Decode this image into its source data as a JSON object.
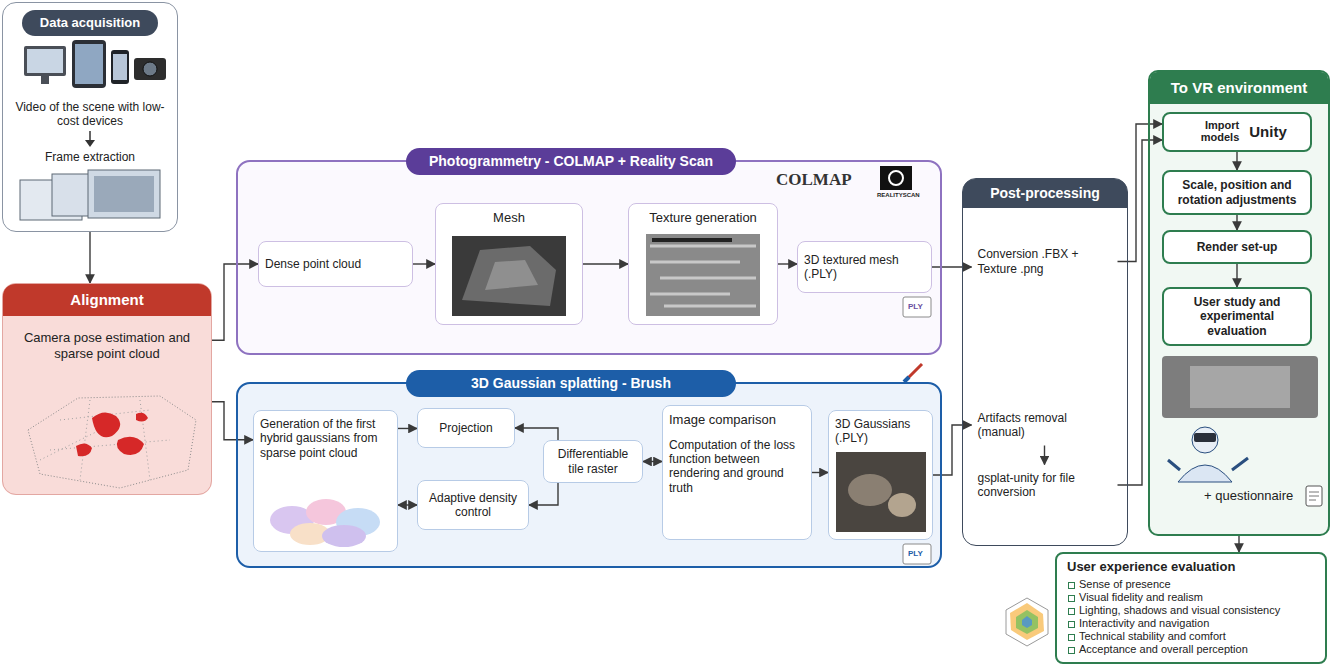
{
  "diagram": {
    "nodes": [
      {
        "text": [
          "Data acquisition",
          "Video of the scene with low-cost devices",
          "Frame extraction"
        ]
      },
      {
        "text": [
          "Alignment",
          "Camera pose estimation and sparse point cloud"
        ]
      },
      {
        "text": [
          "Photogrammetry - COLMAP + Reality Scan"
        ]
      },
      {
        "text": [
          "Dense point cloud"
        ],
        "in": 2
      },
      {
        "text": [
          "Mesh"
        ],
        "in": 2
      },
      {
        "text": [
          "Texture generation"
        ],
        "in": 2
      },
      {
        "text": [
          "3D textured mesh (.PLY)"
        ],
        "in": 2
      },
      {
        "text": [
          "3D Gaussian splatting - Brush"
        ]
      },
      {
        "text": [
          "Generation of the first hybrid gaussians from sparse point cloud"
        ],
        "in": 7
      },
      {
        "text": [
          "Projection"
        ],
        "in": 7
      },
      {
        "text": [
          "Adaptive density control"
        ],
        "in": 7
      },
      {
        "text": [
          "Differentiable tile raster"
        ],
        "in": 7
      },
      {
        "text": [
          "Image comparison",
          "Computation of the loss function between rendering and ground truth"
        ],
        "in": 7
      },
      {
        "text": [
          "3D Gaussians (.PLY)"
        ],
        "in": 7
      },
      {
        "text": [
          "Post-processing"
        ]
      },
      {
        "text": [
          "Conversion .FBX + Texture .png"
        ],
        "in": 14
      },
      {
        "text": [
          "Artifacts removal (manual)"
        ],
        "in": 14
      },
      {
        "text": [
          "gsplat-unity for file conversion"
        ],
        "in": 14
      },
      {
        "text": [
          "To VR environment"
        ]
      },
      {
        "text": [
          "Import models",
          "Unity"
        ],
        "in": 18
      },
      {
        "text": [
          "Scale, position and rotation adjustments"
        ],
        "in": 18
      },
      {
        "text": [
          "Render set-up"
        ],
        "in": 18
      },
      {
        "text": [
          "User study and experimental evaluation"
        ],
        "in": 18
      },
      {
        "text": [
          "User experience evaluation",
          "Sense of presence",
          "Visual fidelity and realism",
          "Lighting, shadows and visual consistency",
          "Interactivity and navigation",
          "Technical stability and comfort",
          "Acceptance and overall perception"
        ]
      }
    ],
    "edges": [
      {
        "from": 0,
        "to": 1,
        "arrow": "to"
      },
      {
        "from": 1,
        "to": 3,
        "arrow": "to"
      },
      {
        "from": 3,
        "to": 4,
        "arrow": "to"
      },
      {
        "from": 4,
        "to": 5,
        "arrow": "to"
      },
      {
        "from": 5,
        "to": 6,
        "arrow": "to"
      },
      {
        "from": 1,
        "to": 8,
        "arrow": "to"
      },
      {
        "from": 8,
        "to": 9,
        "arrow": "to"
      },
      {
        "from": 11,
        "to": 9,
        "arrow": "to"
      },
      {
        "from": 10,
        "to": 8,
        "arrow": "both"
      },
      {
        "from": 11,
        "to": 10,
        "arrow": "to"
      },
      {
        "from": 11,
        "to": 12,
        "arrow": "both"
      },
      {
        "from": 12,
        "to": 13,
        "arrow": "to"
      },
      {
        "from": 6,
        "to": 15,
        "arrow": "to"
      },
      {
        "from": 13,
        "to": 16,
        "arrow": "to"
      },
      {
        "from": 16,
        "to": 17,
        "arrow": "to"
      },
      {
        "from": 15,
        "to": 19,
        "arrow": "to"
      },
      {
        "from": 17,
        "to": 19,
        "arrow": "to"
      },
      {
        "from": 19,
        "to": 20,
        "arrow": "to"
      },
      {
        "from": 20,
        "to": 21,
        "arrow": "to"
      },
      {
        "from": 21,
        "to": 22,
        "arrow": "to"
      },
      {
        "from": 18,
        "to": 23,
        "arrow": "to"
      }
    ],
    "labels": [
      "COLMAP",
      "REALITYSCAN",
      "PLY",
      "PLY",
      "+ questionnaire"
    ]
  }
}
